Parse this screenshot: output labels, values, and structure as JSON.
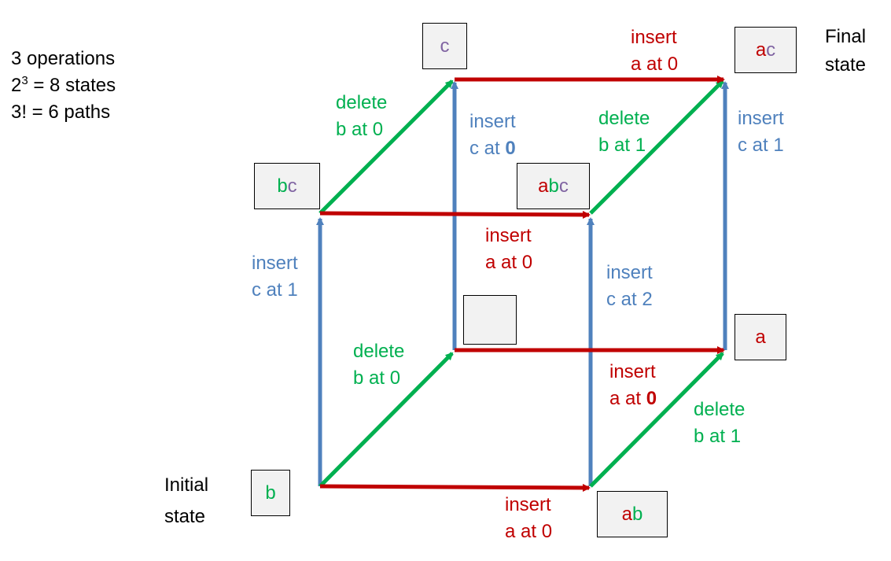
{
  "info": {
    "operations": "3 operations",
    "states_base": "2",
    "states_exp": "3",
    "states_rest": " = 8 states",
    "paths": "3! = 6 paths"
  },
  "initial_label": [
    "Initial",
    "state"
  ],
  "final_label": [
    "Final",
    "state"
  ],
  "colors": {
    "insert_a": "#c00000",
    "delete_b": "#00b050",
    "insert_c": "#4f81bd",
    "char_c": "#8064a2",
    "box_fill": "#f2f2f2"
  },
  "states": {
    "b": [
      {
        "t": "b",
        "color": "green"
      }
    ],
    "ab": [
      {
        "t": "a",
        "color": "red"
      },
      {
        "t": "b",
        "color": "green"
      }
    ],
    "empty": [],
    "a": [
      {
        "t": "a",
        "color": "red"
      }
    ],
    "bc": [
      {
        "t": "b",
        "color": "green"
      },
      {
        "t": "c",
        "color": "purple"
      }
    ],
    "abc": [
      {
        "t": "a",
        "color": "red"
      },
      {
        "t": "b",
        "color": "green"
      },
      {
        "t": "c",
        "color": "purple"
      }
    ],
    "c": [
      {
        "t": "c",
        "color": "purple"
      }
    ],
    "ac": [
      {
        "t": "a",
        "color": "red"
      },
      {
        "t": "c",
        "color": "purple"
      }
    ]
  },
  "edges": {
    "b_ab": {
      "l1": "insert",
      "l2": "a at ",
      "num": "0",
      "bold": false
    },
    "empty_a": {
      "l1": "insert",
      "l2": "a at ",
      "num": "0",
      "bold": true
    },
    "bc_abc": {
      "l1": "insert",
      "l2": "a at ",
      "num": "0",
      "bold": false
    },
    "c_ac": {
      "l1": "insert",
      "l2": "a at ",
      "num": "0",
      "bold": false
    },
    "b_empty": {
      "l1": "delete",
      "l2": "b at ",
      "num": "0",
      "bold": false
    },
    "ab_a": {
      "l1": "delete",
      "l2": "b at ",
      "num": "1",
      "bold": false
    },
    "bc_c": {
      "l1": "delete",
      "l2": "b at ",
      "num": "0",
      "bold": false
    },
    "abc_ac": {
      "l1": "delete",
      "l2": "b at ",
      "num": "1",
      "bold": false
    },
    "b_bc": {
      "l1": "insert",
      "l2": "c at ",
      "num": "1",
      "bold": false
    },
    "ab_abc": {
      "l1": "insert",
      "l2": "c at ",
      "num": "2",
      "bold": false
    },
    "empty_c": {
      "l1": "insert",
      "l2": "c at ",
      "num": "0",
      "bold": true
    },
    "a_ac": {
      "l1": "insert",
      "l2": "c at ",
      "num": "1",
      "bold": false
    }
  }
}
